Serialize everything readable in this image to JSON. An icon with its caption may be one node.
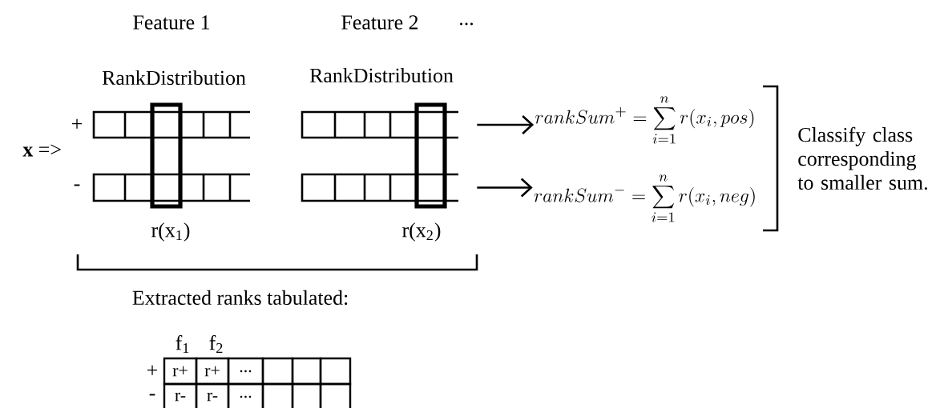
{
  "diagram": {
    "nodes": [
      {
        "text": [],
        "shape": "bar"
      },
      {
        "text": [],
        "shape": "bar"
      },
      {
        "text": [],
        "shape": "bar"
      },
      {
        "text": [],
        "shape": "bar"
      },
      {
        "text": [
          "rankSum^{+} = \\sum_{i=1}^{n} r(x_i,pos)"
        ]
      },
      {
        "text": [
          "rankSum^{-} = \\sum_{i=1}^{n} r(x_i,neg)"
        ]
      }
    ],
    "edges": [
      {
        "from": 2,
        "to": 4,
        "arrow": "to"
      },
      {
        "from": 3,
        "to": 5,
        "arrow": "to"
      }
    ],
    "labels": [
      "Feature 1",
      "Feature 2",
      "...",
      "RankDistribution",
      "RankDistribution",
      "+",
      "-",
      "**x** =>",
      "r(x$_{1}$)",
      "r(x$_{2}$)",
      "Classify class corresponding to smaller sum.",
      "Extracted ranks tabulated:",
      "f$_{1}$",
      "f$_{2}$",
      "+",
      "r+",
      "r+",
      "...",
      "-",
      "r-",
      "r-",
      "..."
    ]
  }
}
